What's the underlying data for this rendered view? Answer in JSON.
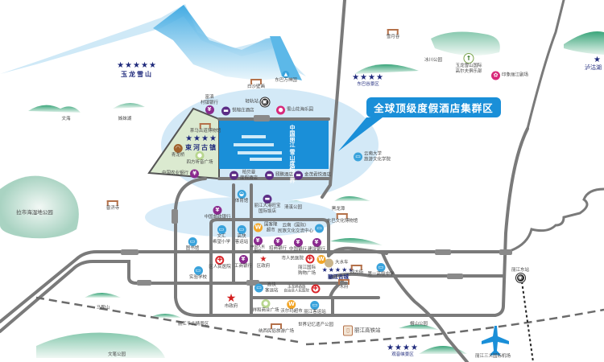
{
  "callout": "全球顶级度假酒店集群区",
  "lake_text": [
    "中国丽江",
    "雪山度假世界"
  ],
  "scenic": {
    "yulong": {
      "name": "玉龙雪山",
      "stars": "★★★★★"
    },
    "shuhe": {
      "name": "束河古镇",
      "stars": "★★★★"
    },
    "dongbagu": {
      "name": "东巴谷景区",
      "stars": "★★★★"
    },
    "gucheng": {
      "name": "丽江古城",
      "stars": "★★★★★"
    },
    "guanyinxia": {
      "name": "观音峡景区",
      "stars": "★★★★"
    },
    "lugu": {
      "name": "泸沽湖",
      "stars": "★"
    }
  },
  "poi": {
    "wenhai": "文海",
    "zimeihu": "姊妹湖",
    "baisha": "白沙壁画",
    "dongbawanshen": "东巴万神园",
    "fudian": "富滇\n村镇银行",
    "yuerong": "悦榕庄酒店",
    "qinggui": "轻轨站",
    "huahai": "雪山花海乐园",
    "chama": "茶马古道博物馆",
    "qinglong": "青龙桥",
    "sifangting": "四方听音广场",
    "abc": "中国农业银行",
    "baibeiman": "柏贝曼\n度假酒店",
    "yipeng": "颐鹏酒店",
    "jinmao": "金茂君悦酒店",
    "yunda": "云南大学\n旅游文化学院",
    "xueyue": "雪月谷",
    "bingchuan": "冰川公园",
    "golf": "玉龙雪山国际\n高尔夫俱乐部",
    "yinxiang": "印象丽江剧场",
    "lashihai": "拉市海湿地公园",
    "puji": "普济寺",
    "post": "中国邮政银行",
    "gym": "体育馆",
    "dagang": "丽江大港旺宝\n国际饭店",
    "qingxi": "清溪公园",
    "heilongtan": "黑龙潭",
    "dongbamuseum": "东巴文化博物馆",
    "library": "图书馆",
    "wenhui": "文汇\n希望小学",
    "gaokuai1": "高快\n客运站",
    "guokelong": "国客隆\n超市",
    "culture": "云南（国际）\n民族文化交流中心",
    "pboc": "中国人民\n银行",
    "cmb": "招商银行",
    "boc": "中国银行",
    "ccb": "建设银行",
    "disthosp": "区人民医院",
    "icbc": "工商银行",
    "distgov": "区政府",
    "cityhosp": "市人民医院",
    "mall": "丽江国际\n购物广场",
    "shuiche": "大水车",
    "sifangjie": "四方街",
    "yizhong": "第一高级中学",
    "mufu": "木府",
    "shiyan": "实验学校",
    "citygov": "市政府",
    "gaokuai2": "高快\n客运站",
    "yulonghosp": "玉龙纳西族\n自治县人民医院",
    "xianghe": "祥和商业广场",
    "walmart": "沃尔玛超市",
    "busstation": "丽江客运站",
    "maanshan": "马鞍山",
    "qiangu": "丽江千古情景区",
    "naxi": "纳西民俗旅游广场",
    "wenbi": "文笔公园",
    "memory": "世界记忆遗产公园",
    "gaotie": "丽江高铁站",
    "maoshan": "帽山公园",
    "airport": "丽江三义国际机场",
    "eaststation": "丽江东站"
  },
  "colors": {
    "road": "#7a7a7a",
    "lake": "#1a8fd8",
    "zone": "#d3e9f7",
    "bank": "#8a2a8e",
    "hospital": "#d9262b",
    "bus": "#3aa3dc",
    "stars": "#1f2a7c"
  }
}
